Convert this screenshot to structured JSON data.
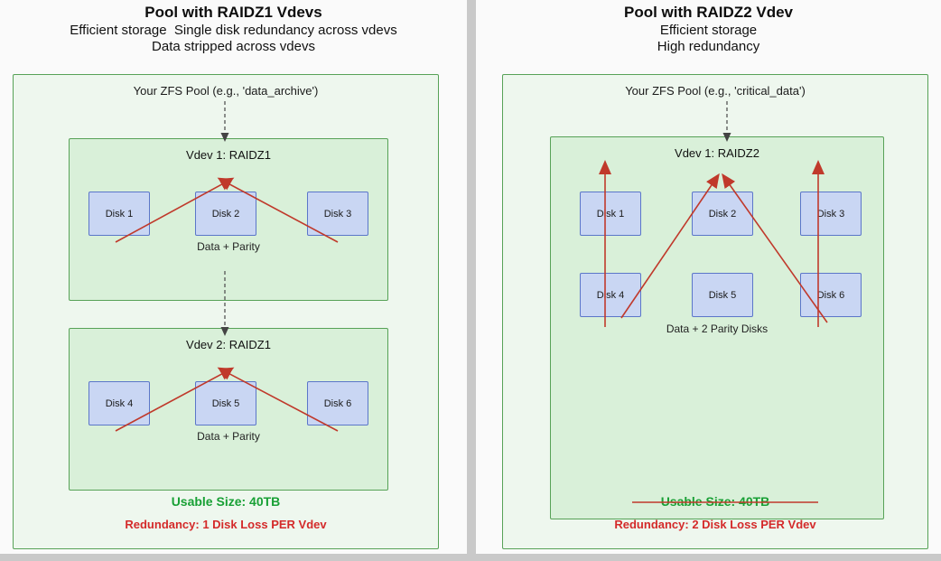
{
  "colors": {
    "pool_fill": "#eef7ee",
    "pool_border": "#57a257",
    "vdev_fill": "#d9f0d9",
    "vdev_border": "#57a257",
    "disk_fill": "#c9d6f3",
    "disk_border": "#5b76c9",
    "arrow_red": "#c0392b",
    "dashed_arrow_gray": "#555555",
    "usable_green": "#18a035",
    "redundancy_red": "#d42a2a"
  },
  "panels": [
    {
      "title": "Pool with RAIDZ1 Vdevs",
      "subtitle1": "Efficient storage  Single disk redundancy across vdevs",
      "subtitle2": "Data stripped across vdevs",
      "pool_label": "Your ZFS Pool (e.g., 'data_archive')",
      "vdevs": [
        {
          "title": "Vdev 1: RAIDZ1",
          "disks": [
            "Disk 1",
            "Disk 2",
            "Disk 3"
          ],
          "caption": "Data + Parity"
        },
        {
          "title": "Vdev 2: RAIDZ1",
          "disks": [
            "Disk 4",
            "Disk 5",
            "Disk 6"
          ],
          "caption": "Data + Parity"
        }
      ],
      "usable": "Usable Size: 40TB",
      "redundancy": "Redundancy: 1 Disk Loss PER Vdev"
    },
    {
      "title": "Pool with RAIDZ2 Vdev",
      "subtitle1": "Efficient storage",
      "subtitle2": "High redundancy",
      "pool_label": "Your ZFS Pool (e.g., 'critical_data')",
      "vdevs": [
        {
          "title": "Vdev 1: RAIDZ2",
          "disks": [
            "Disk 1",
            "Disk 2",
            "Disk 3",
            "Disk 4",
            "Disk 5",
            "Disk 6"
          ],
          "caption": "Data + 2 Parity Disks"
        }
      ],
      "usable": "Usable Size: 40TB",
      "redundancy": "Redundancy: 2 Disk Loss PER Vdev"
    }
  ]
}
